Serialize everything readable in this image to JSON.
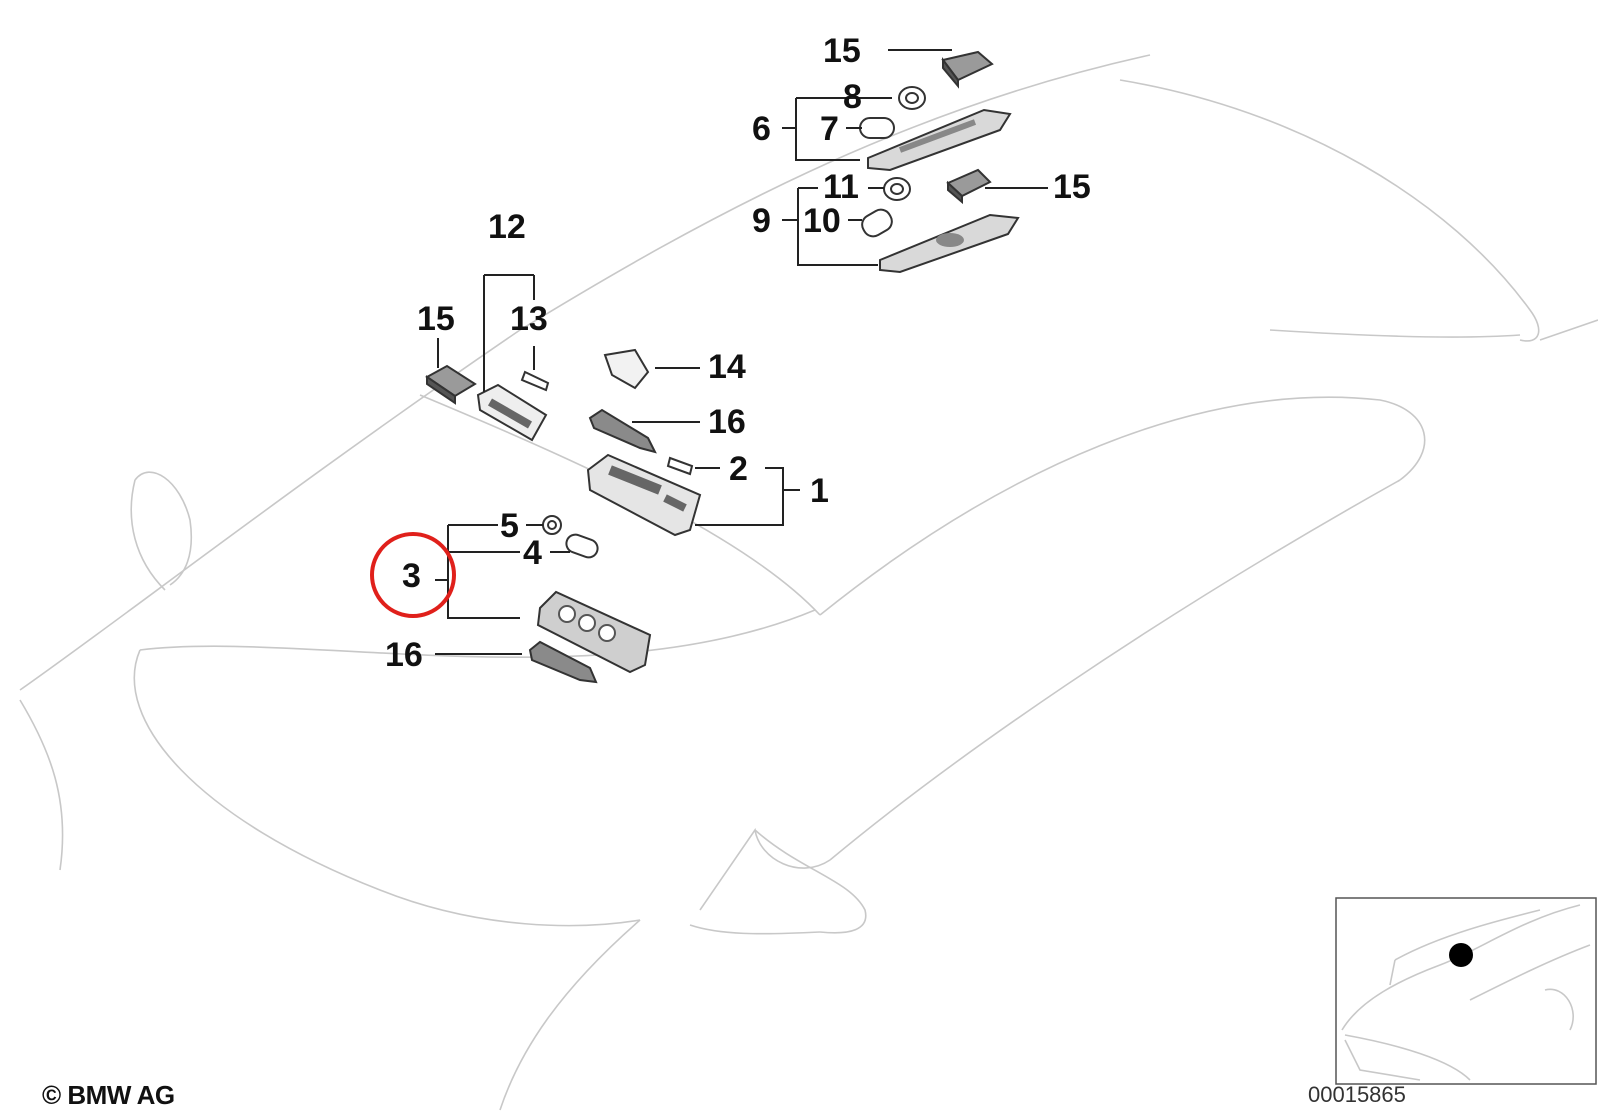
{
  "callouts": {
    "c15_top": "15",
    "c8": "8",
    "c6": "6",
    "c7": "7",
    "c11": "11",
    "c15_right": "15",
    "c9": "9",
    "c10": "10",
    "c12": "12",
    "c15_left": "15",
    "c13": "13",
    "c14": "14",
    "c16_upper": "16",
    "c2": "2",
    "c1": "1",
    "c5": "5",
    "c4": "4",
    "c3": "3",
    "c16_lower": "16"
  },
  "copyright": "© BMW AG",
  "reference_code": "00015865",
  "highlight_color": "#e0201b",
  "highlighted_part": "3"
}
